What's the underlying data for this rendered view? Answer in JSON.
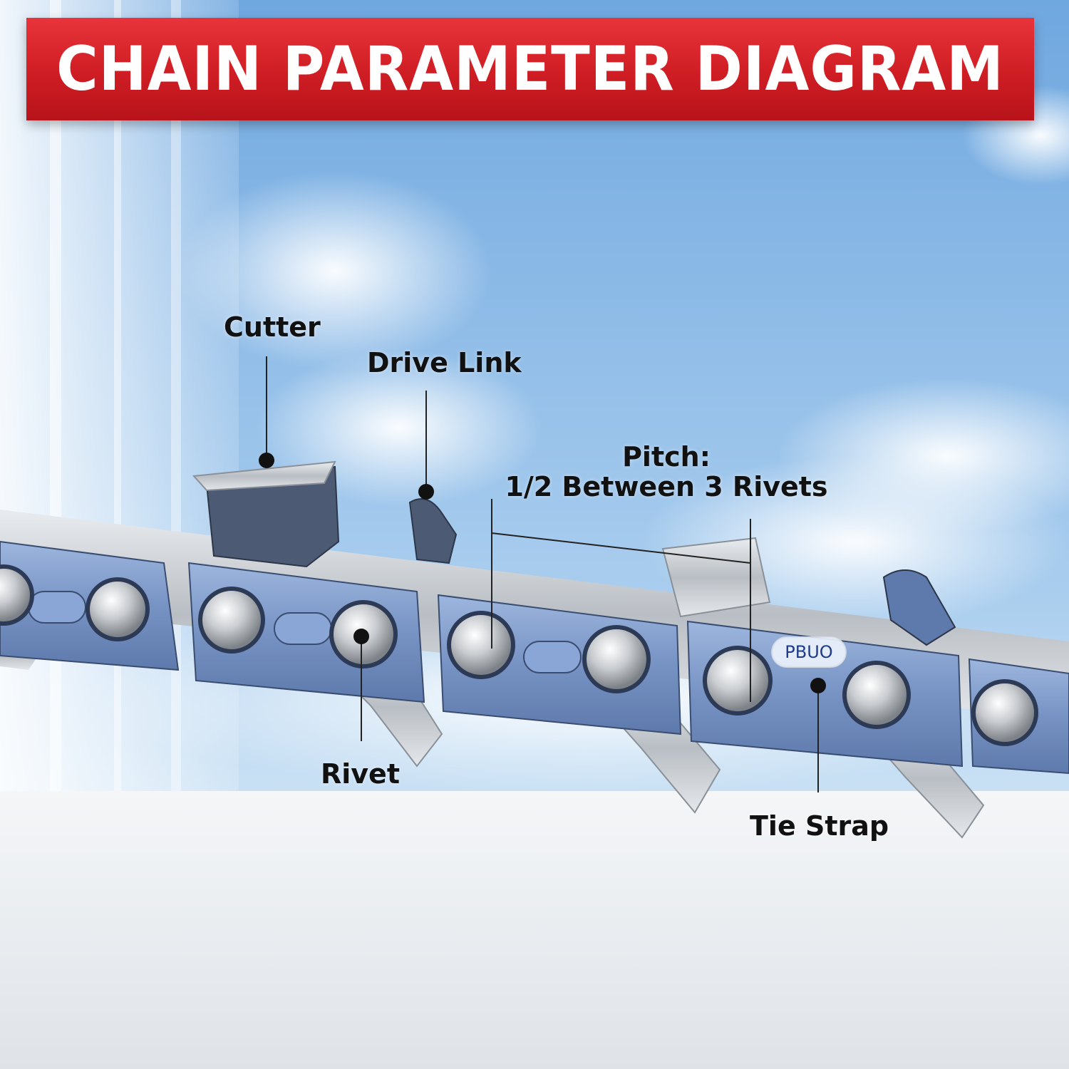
{
  "banner": {
    "title": "CHAIN PARAMETER DIAGRAM",
    "color": "#d42027"
  },
  "chain": {
    "link_color": "#7f9ccc",
    "steel_color": "#c9cdd2",
    "brand_mark": "PBUO"
  },
  "callouts": {
    "cutter": "Cutter",
    "drive_link": "Drive Link",
    "pitch_title": "Pitch:",
    "pitch_value": "1/2 Between 3 Rivets",
    "rivet": "Rivet",
    "tie_strap": "Tie Strap"
  }
}
